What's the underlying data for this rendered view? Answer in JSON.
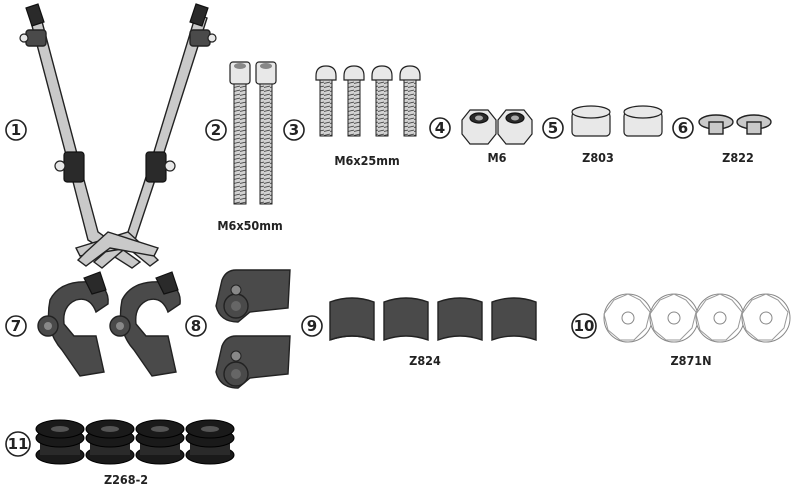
{
  "parts": [
    {
      "number": "1",
      "label": ""
    },
    {
      "number": "2",
      "label": "M6x50mm"
    },
    {
      "number": "3",
      "label": "M6x25mm"
    },
    {
      "number": "4",
      "label": "M6"
    },
    {
      "number": "5",
      "label": "Z803"
    },
    {
      "number": "6",
      "label": "Z822"
    },
    {
      "number": "7",
      "label": ""
    },
    {
      "number": "8",
      "label": ""
    },
    {
      "number": "9",
      "label": "Z824"
    },
    {
      "number": "10",
      "label": "Z871N"
    },
    {
      "number": "11",
      "label": "Z268-2"
    }
  ]
}
